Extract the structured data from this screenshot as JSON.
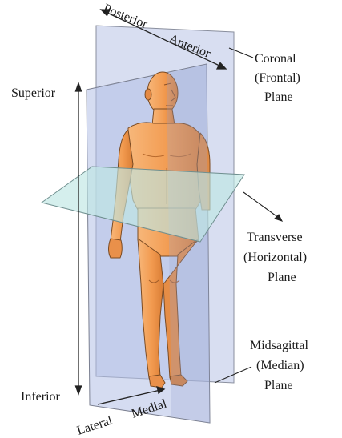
{
  "labels": {
    "posterior": "Posterior",
    "anterior": "Anterior",
    "coronal": [
      "Coronal",
      "(Frontal)",
      "Plane"
    ],
    "superior": "Superior",
    "transverse": [
      "Transverse",
      "(Horizontal)",
      "Plane"
    ],
    "midsagittal": [
      "Midsagittal",
      "(Median)",
      "Plane"
    ],
    "inferior": "Inferior",
    "lateral": "Lateral",
    "medial": "Medial"
  },
  "colors": {
    "coronal_plane": "#b8c3e6",
    "sagittal_plane": "#c9d0ee",
    "transverse_plane": "#bfe3e3",
    "skin": "#f2a15a",
    "skin_shadow": "#c9783a",
    "outline": "#6b5a3a"
  }
}
